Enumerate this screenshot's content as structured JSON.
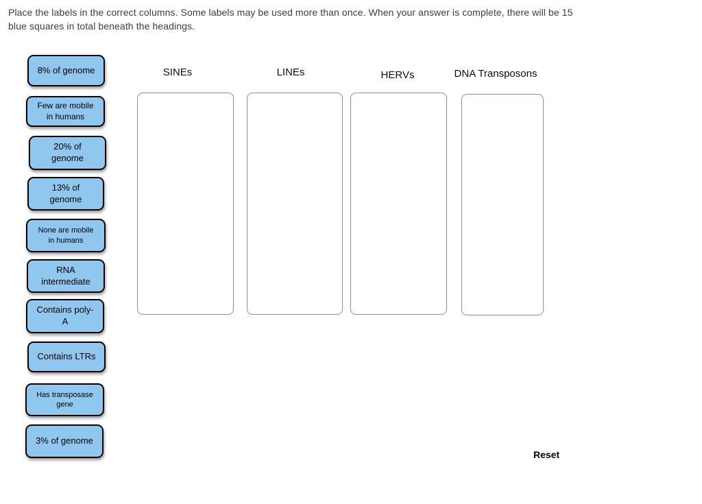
{
  "instructions": {
    "line1": "Place the labels in the correct columns. Some labels may be used more than once. When your answer is complete, there will be 15",
    "line2": "blue squares in total beneath the headings."
  },
  "columns": [
    {
      "id": "sines",
      "label": "SINEs"
    },
    {
      "id": "lines",
      "label": "LINEs"
    },
    {
      "id": "hervs",
      "label": "HERVs"
    },
    {
      "id": "dna-transposons",
      "label": "DNA Transposons"
    }
  ],
  "labels": [
    {
      "lines": [
        "8% of genome"
      ]
    },
    {
      "lines": [
        "Few are mobile",
        "in humans"
      ]
    },
    {
      "lines": [
        "20% of",
        "genome"
      ]
    },
    {
      "lines": [
        "13% of",
        "genome"
      ]
    },
    {
      "lines": [
        "None are mobile",
        "in humans"
      ]
    },
    {
      "lines": [
        "RNA",
        "intermediate"
      ]
    },
    {
      "lines": [
        "Contains poly-",
        "A"
      ]
    },
    {
      "lines": [
        "Contains LTRs"
      ]
    },
    {
      "lines": [
        "Has transposase",
        "gene"
      ]
    },
    {
      "lines": [
        "3% of genome"
      ]
    }
  ],
  "reset_label": "Reset",
  "colors": {
    "label_bg": "#8FC7EF",
    "label_border": "#000000",
    "dropzone_border": "#8F8F8F"
  }
}
